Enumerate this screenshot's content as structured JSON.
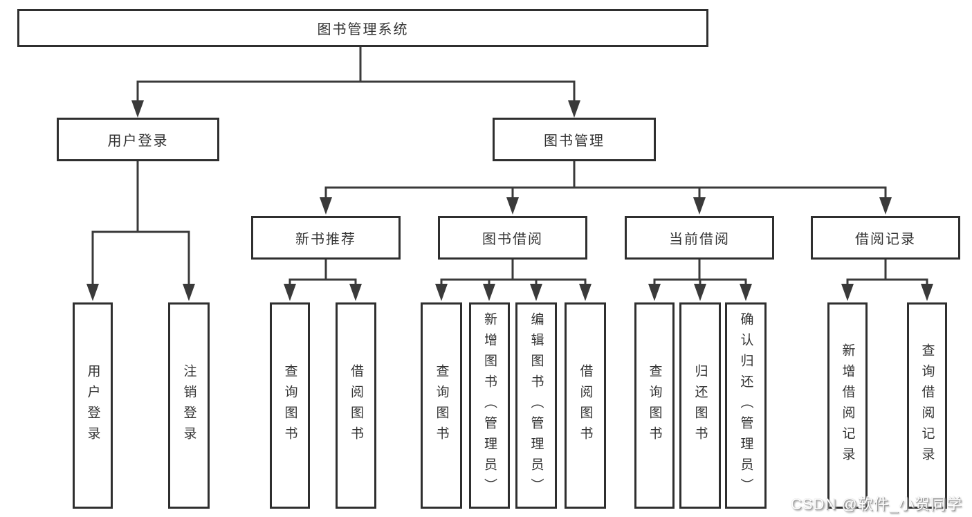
{
  "root": {
    "label": "图书管理系统"
  },
  "branches": {
    "user_login": {
      "label": "用户登录",
      "children": [
        {
          "label": "用户登录"
        },
        {
          "label": "注销登录"
        }
      ]
    },
    "book_mgmt": {
      "label": "图书管理",
      "children": [
        {
          "label": "新书推荐",
          "children": [
            {
              "label": "查询图书"
            },
            {
              "label": "借阅图书"
            }
          ]
        },
        {
          "label": "图书借阅",
          "children": [
            {
              "label": "查询图书"
            },
            {
              "label": "新增图书（管理员）"
            },
            {
              "label": "编辑图书（管理员）"
            },
            {
              "label": "借阅图书"
            }
          ]
        },
        {
          "label": "当前借阅",
          "children": [
            {
              "label": "查询图书"
            },
            {
              "label": "归还图书"
            },
            {
              "label": "确认归还（管理员）"
            }
          ]
        },
        {
          "label": "借阅记录",
          "children": [
            {
              "label": "新增借阅记录"
            },
            {
              "label": "查询借阅记录"
            }
          ]
        }
      ]
    }
  },
  "watermark": {
    "text": "CSDN @软件_小贺同学"
  },
  "colors": {
    "line_color": "#3a3a3a",
    "border_color": "#2f2f2f",
    "text_color": "#333333",
    "background_color": "#ffffff",
    "watermark_color": "#fdfdfd",
    "watermark_shadow": "#9a9a9a"
  }
}
